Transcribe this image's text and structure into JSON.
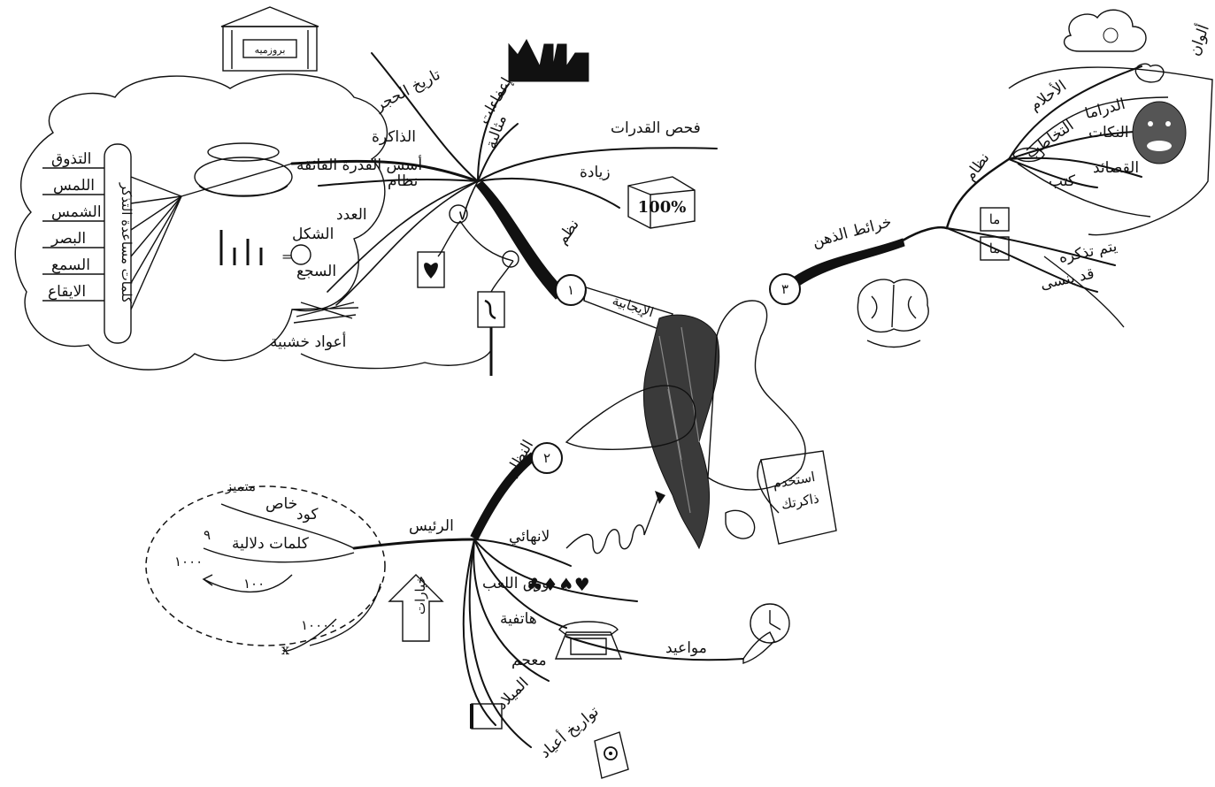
{
  "center": {
    "top_label": "استخدم",
    "bottom_label": "ذاكرتك"
  },
  "branch1": {
    "number": "١",
    "main_label": "الإيجابية",
    "sub_label": "نظم",
    "items": {
      "history": "تاريخ الحجر",
      "museum_sign": "بروزميه",
      "exemptions": "إعفاءات",
      "ideal": "مثالية",
      "memory": "الذاكرة",
      "tests": "فحص القدرات",
      "increase": "زيادة",
      "percent": "100%",
      "foundations": "أسس القدرة الفائقة",
      "system": "نظام",
      "number": "العدد",
      "shape": "الشكل",
      "rhyme": "السجع",
      "sticks": "أعواد خشبية",
      "bubble_title": "كلمات مساعدة التذكر",
      "senses": [
        "التذوق",
        "اللمس",
        "الشمس",
        "البصر",
        "السمع",
        "الايقاع"
      ]
    }
  },
  "branch2": {
    "number": "٢",
    "main_label": "النظام",
    "items": {
      "main": "الرئيس",
      "special": "خاص",
      "distinct": "متميز",
      "code": "كود",
      "nine": "٩",
      "keywords": "كلمات دلالية",
      "thousand": "١٠٠٠",
      "hundred": "١٠٠",
      "ten_thousand": "١٠٠٠٠",
      "choices": "خيارات",
      "infinite": "لانهائي",
      "cards": "ورق اللعب",
      "phone": "هاتفية",
      "appointments": "مواعيد",
      "dictionary": "معجم",
      "birth": "الميلاد",
      "birthdays": "تواريخ أعياد"
    }
  },
  "branch3": {
    "number": "٣",
    "main_label": "خرائط الذهن",
    "items": {
      "system": "نظام",
      "dreams": "الأحلام",
      "drama": "الدراما",
      "colors": "ألوان",
      "jokes": "النكات",
      "communication": "التخاطب",
      "poems": "القصائد",
      "books": "كتب",
      "ma1": "ما",
      "ma2": "ما",
      "remembered": "يتم تذكره",
      "forgotten": "قد ينسى"
    }
  }
}
